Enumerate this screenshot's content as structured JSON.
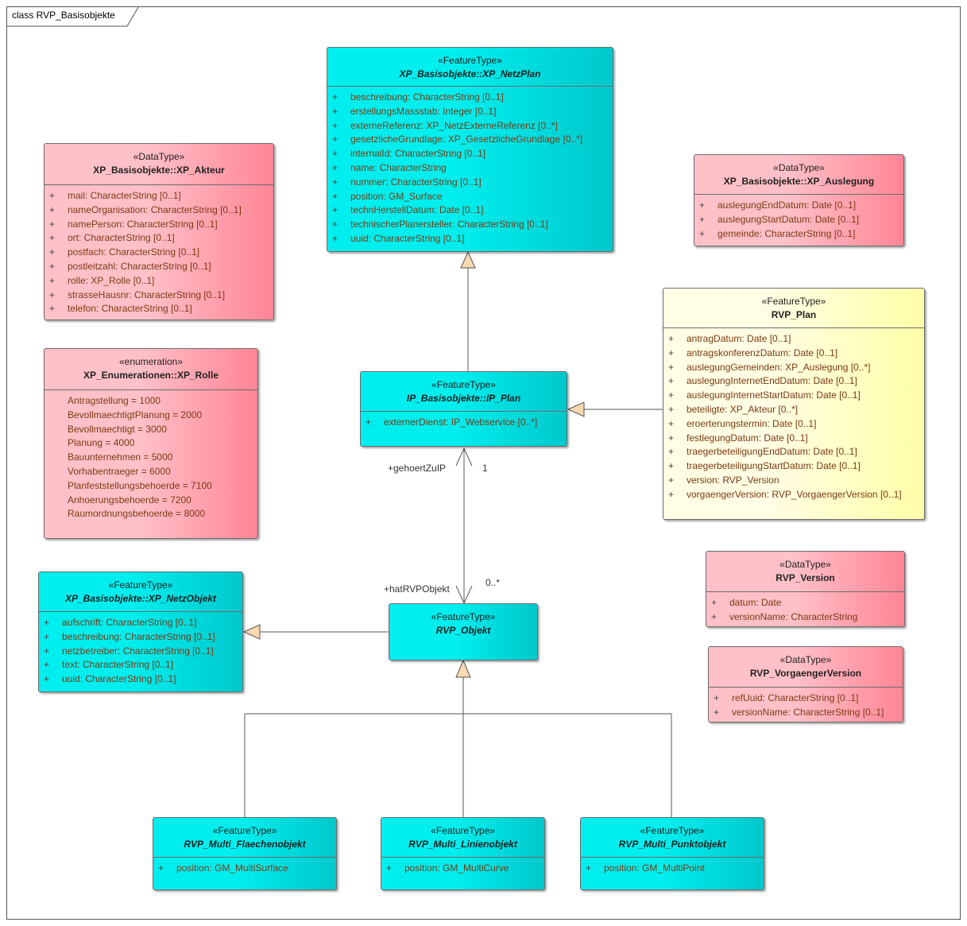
{
  "frame_title": "class RVP_Basisobjekte",
  "classes": {
    "netzplan": {
      "stereotype": "«FeatureType»",
      "name": "XP_Basisobjekte::XP_NetzPlan",
      "attributes": [
        "beschreibung: CharacterString [0..1]",
        "erstellungsMassstab: Integer [0..1]",
        "externeReferenz: XP_NetzExterneReferenz [0..*]",
        "gesetzlicheGrundlage: XP_GesetzlicheGrundlage [0..*]",
        "internalId: CharacterString [0..1]",
        "name: CharacterString",
        "nummer: CharacterString [0..1]",
        "position: GM_Surface",
        "technHerstellDatum: Date [0..1]",
        "technischerPlanersteller: CharacterString [0..1]",
        "uuid: CharacterString [0..1]"
      ]
    },
    "akteur": {
      "stereotype": "«DataType»",
      "name": "XP_Basisobjekte::XP_Akteur",
      "attributes": [
        "mail: CharacterString [0..1]",
        "nameOrganisation: CharacterString [0..1]",
        "namePerson: CharacterString [0..1]",
        "ort: CharacterString [0..1]",
        "postfach: CharacterString [0..1]",
        "postleitzahl: CharacterString [0..1]",
        "rolle: XP_Rolle [0..1]",
        "strasseHausnr: CharacterString [0..1]",
        "telefon: CharacterString [0..1]"
      ]
    },
    "auslegung": {
      "stereotype": "«DataType»",
      "name": "XP_Basisobjekte::XP_Auslegung",
      "attributes": [
        "auslegungEndDatum: Date [0..1]",
        "auslegungStartDatum: Date [0..1]",
        "gemeinde: CharacterString [0..1]"
      ]
    },
    "rolle": {
      "stereotype": "«enumeration»",
      "name": "XP_Enumerationen::XP_Rolle",
      "literals": [
        "Antragstellung = 1000",
        "BevollmaechtigtPlanung = 2000",
        "Bevollmaechtigt = 3000",
        "Planung = 4000",
        "Bauunternehmen = 5000",
        "Vorhabentraeger = 6000",
        "Planfeststellungsbehoerde = 7100",
        "Anhoerungsbehoerde = 7200",
        "Raumordnungsbehoerde = 8000"
      ]
    },
    "ipplan": {
      "stereotype": "«FeatureType»",
      "name": "IP_Basisobjekte::IP_Plan",
      "attributes": [
        "externerDienst: IP_Webservice [0..*]"
      ]
    },
    "rvpplan": {
      "stereotype": "«FeatureType»",
      "name": "RVP_Plan",
      "attributes": [
        "antragDatum: Date [0..1]",
        "antragskonferenzDatum: Date [0..1]",
        "auslegungGemeinden: XP_Auslegung [0..*]",
        "auslegungInternetEndDatum: Date [0..1]",
        "auslegungInternetStartDatum: Date [0..1]",
        "beteiligte: XP_Akteur [0..*]",
        "eroerterungstermin: Date [0..1]",
        "festlegungDatum: Date [0..1]",
        "traegerbeteiligungEndDatum: Date [0..1]",
        "traegerbeteiligungStartDatum: Date [0..1]",
        "version: RVP_Version",
        "vorgaengerVersion: RVP_VorgaengerVersion [0..1]"
      ]
    },
    "netzobjekt": {
      "stereotype": "«FeatureType»",
      "name": "XP_Basisobjekte::XP_NetzObjekt",
      "attributes": [
        "aufschrift: CharacterString [0..1]",
        "beschreibung: CharacterString [0..1]",
        "netzbetreiber: CharacterString [0..1]",
        "text: CharacterString [0..1]",
        "uuid: CharacterString [0..1]"
      ]
    },
    "rvpobjekt": {
      "stereotype": "«FeatureType»",
      "name": "RVP_Objekt",
      "attributes": []
    },
    "version": {
      "stereotype": "«DataType»",
      "name": "RVP_Version",
      "attributes": [
        "datum: Date",
        "versionName: CharacterString"
      ]
    },
    "vorgaenger": {
      "stereotype": "«DataType»",
      "name": "RVP_VorgaengerVersion",
      "attributes": [
        "refUuid: CharacterString [0..1]",
        "versionName: CharacterString [0..1]"
      ]
    },
    "flaeche": {
      "stereotype": "«FeatureType»",
      "name": "RVP_Multi_Flaechenobjekt",
      "attributes": [
        "position: GM_MultiSurface"
      ]
    },
    "linie": {
      "stereotype": "«FeatureType»",
      "name": "RVP_Multi_Linienobjekt",
      "attributes": [
        "position: GM_MultiCurve"
      ]
    },
    "punkt": {
      "stereotype": "«FeatureType»",
      "name": "RVP_Multi_Punktobjekt",
      "attributes": [
        "position: GM_MultiPoint"
      ]
    }
  },
  "visibility": "+",
  "association": {
    "role_top": "+gehoertZuIP",
    "mult_top": "1",
    "role_bottom": "+hatRVPObjekt",
    "mult_bottom": "0..*"
  }
}
